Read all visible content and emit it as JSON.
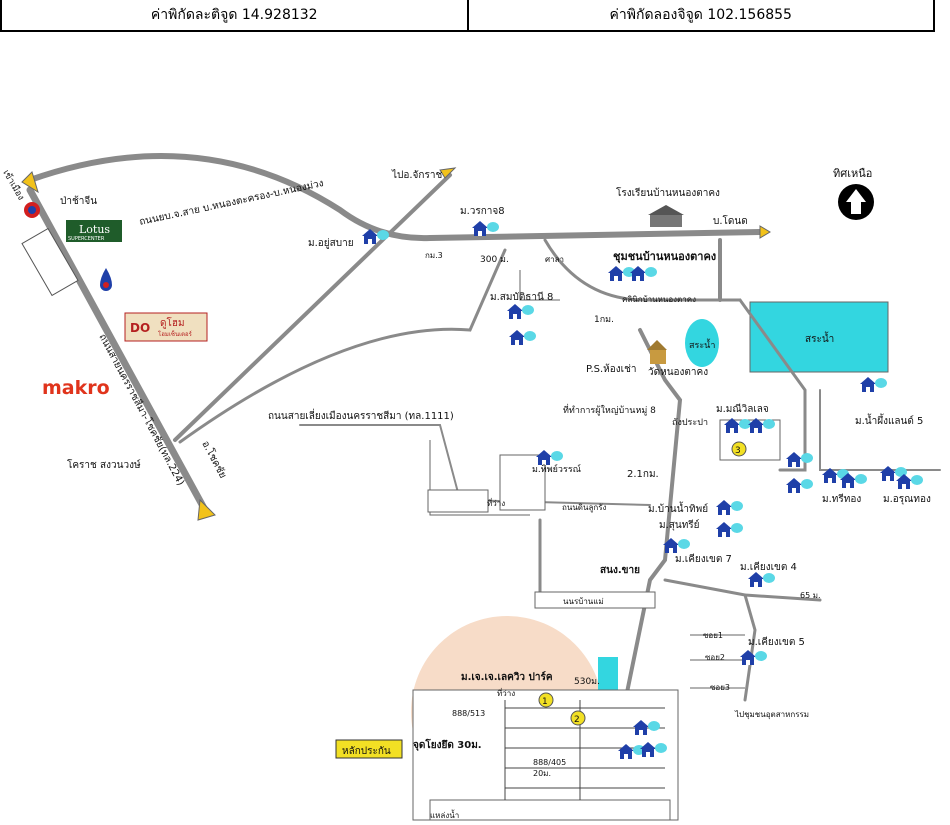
{
  "coordinates": {
    "lat_label": "ค่าพิกัดละติจูด 14.928132",
    "lon_label": "ค่าพิกัดลองจิจูด 102.156855"
  },
  "north": {
    "label": "ทิศเหนือ"
  },
  "logos": {
    "lotus": "Lotus",
    "lotus_sub": "SUPERCENTER",
    "dohome": "ดูโฮม",
    "dohome_sub": "โฮมเซ็นเตอร์",
    "makro": "makro"
  },
  "labels": {
    "road_main": "ถนนยบ.จ.สาย บ.หนองตะครอง-บ.หนองม่วง",
    "to_chakkarat": "ไปอ.จักราช",
    "to_khonburi_top": "เข้าเมือง",
    "pa_chin": "ป่าช้าจีน",
    "school": "โรงเรียนบ้านหนองตาคง",
    "to_ban_dont": "บ.โดนด",
    "warakan8": "ม.วรกาจ8",
    "yusabai": "ม.อยู่สบาย",
    "km3": "กม.3",
    "m300": "300 ม.",
    "sala": "ศาลา",
    "community": "ชุมชนบ้านหนองตาคง",
    "clinic": "คลินิกบ้านหนองตาคง",
    "sommai": "ม.สมบัติธานี 8",
    "km1": "1กม.",
    "pond": "สระน้ำ",
    "ps": "P.S.ห้องเช่า",
    "wat": "วัดหนองตาคง",
    "big_pond": "สระน้ำ",
    "bypass": "ถนนสายเลี่ยงเมืองนครราชสีมา (ทล.1111)",
    "hwy224": "ถนนสายนครราชสีมา-โชคชัย(ทล.224)",
    "to_chokchai": "อ.โชคชัย",
    "korat_songwong": "โคราช สงวนวงษ์",
    "office": "ที่ทำการผู้ใหญ่บ้านหมู่ 8",
    "water": "ถังประปา",
    "mani": "ม.มณีวิลเลจ",
    "num_thip5": "ม.น้ำผึ้งแลนด์ 5",
    "thiphawan": "ม.ทิพย์วรรณ์",
    "km21": "2.1กม.",
    "bannamthip": "ม.บ้านน้ำทิพย์",
    "sunari": "ม.สุนทรีย์",
    "phrithong": "ม.ทรีทอง",
    "arunthong": "ม.อรุณทอง",
    "kiangkhet7": "ม.เคียงเขต 7",
    "kiangkhet4": "ม.เคียงเขต 4",
    "snong_khai": "สนง.ขาย",
    "m65": "65 ม.",
    "village_top": "ม.เจ.เจ.เลควิว ปาร์ค",
    "m530": "530ม.",
    "plot1": "888/513",
    "plot2": "888/405",
    "m20": "20ม.",
    "road_width": "จุดโยงยึด 30ม.",
    "guarantee": "หลักประกัน",
    "kiangkhet5": "ม.เคียงเขต 5",
    "soi1": "ซอย1",
    "soi2": "ซอย2",
    "soi3": "ซอย3",
    "to_tha": "ไปชุมชนอุตสาหกรรม",
    "thiwang": "ที่ว่าง",
    "thiwang2": "ที่ว่าง",
    "thanon": "ถนนดินลูกรัง",
    "nonbanmak": "นนรบ้านแม่",
    "lake": "แหล่งน้ำ"
  },
  "colors": {
    "road": "#8a8a8a",
    "pond": "#33d6e0",
    "house": "#1f3fa8",
    "tree": "#5ad8e6",
    "marker": "#f2e024",
    "highlight": "#f7dcc8",
    "arrow": "#f2c21a"
  },
  "markers": [
    "1",
    "2",
    "3"
  ]
}
